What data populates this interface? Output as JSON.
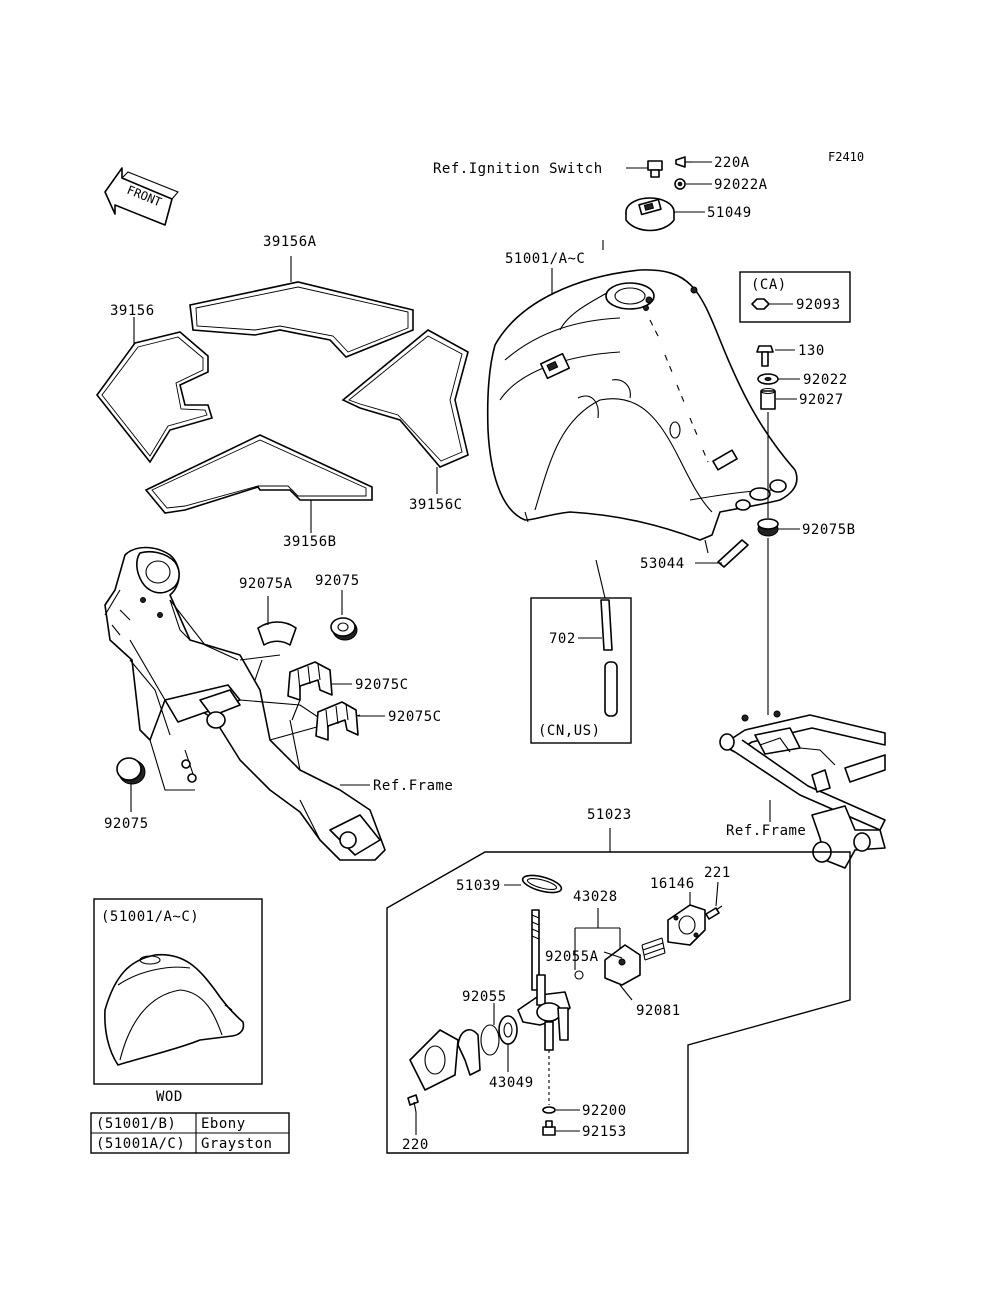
{
  "diagram": {
    "code": "F2410",
    "front": "FRONT",
    "labels": {
      "ref_ignition_switch": "Ref.Ignition Switch",
      "p220A": "220A",
      "p92022A": "92022A",
      "p51049": "51049",
      "p51001": "51001/A~C",
      "ca_box": "(CA)",
      "p92093": "92093",
      "p130": "130",
      "p92022": "92022",
      "p92027": "92027",
      "p92075B": "92075B",
      "p53044": "53044",
      "p702": "702",
      "cn_us": "(CN,US)",
      "p39156A": "39156A",
      "p39156": "39156",
      "p39156C": "39156C",
      "p39156B": "39156B",
      "p92075A": "92075A",
      "p92075_top": "92075",
      "p92075C_1": "92075C",
      "p92075C_2": "92075C",
      "ref_frame_left": "Ref.Frame",
      "p92075_bottom": "92075",
      "ref_frame_right": "Ref.Frame",
      "p51023": "51023",
      "p51039": "51039",
      "p43028": "43028",
      "p16146": "16146",
      "p221": "221",
      "p92055A": "92055A",
      "p92081": "92081",
      "p92055": "92055",
      "p43049": "43049",
      "p92200": "92200",
      "p92153": "92153",
      "p220": "220"
    },
    "inset": {
      "title": "(51001/A~C)",
      "caption": "WOD",
      "table": [
        {
          "code": "(51001/B)",
          "color": "Ebony"
        },
        {
          "code": "(51001A/C)",
          "color": "Grayston"
        }
      ]
    }
  }
}
